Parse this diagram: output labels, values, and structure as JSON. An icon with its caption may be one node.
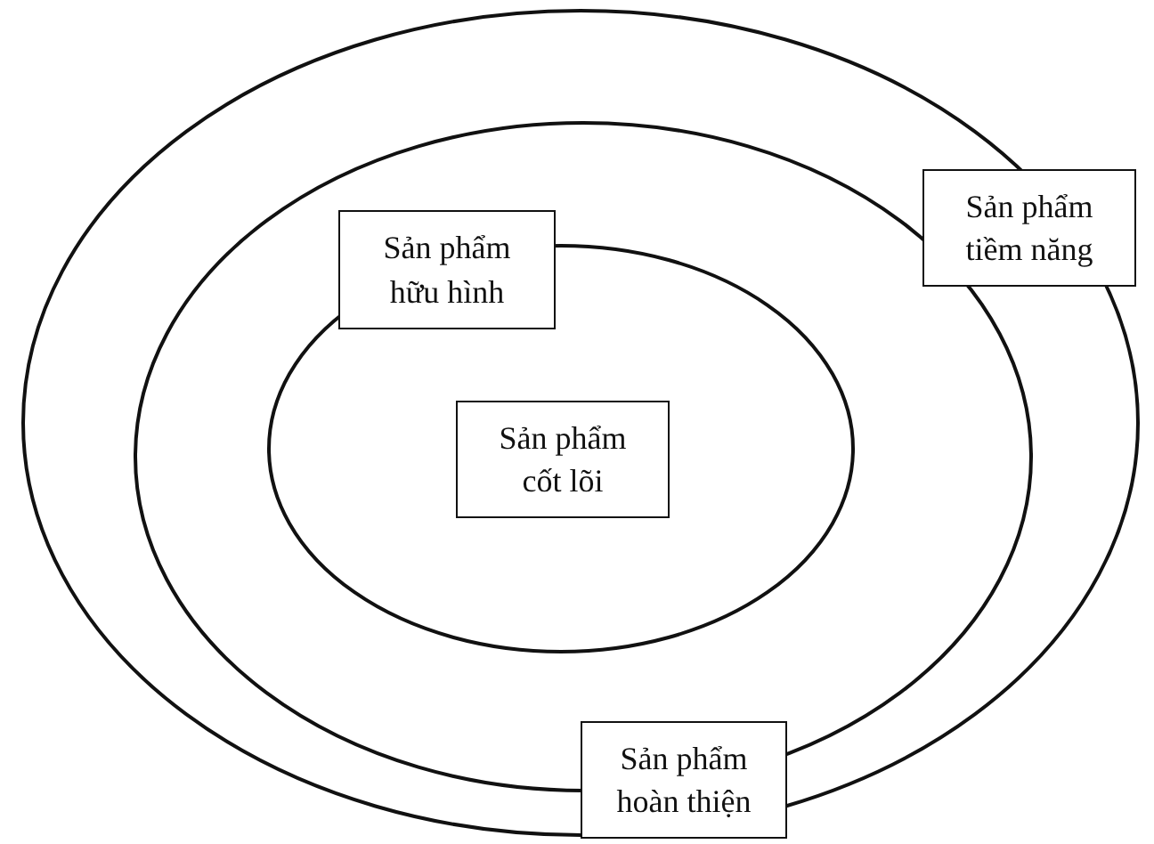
{
  "diagram": {
    "nodes": [
      {
        "text": [],
        "shape": "ellipse"
      },
      {
        "text": [],
        "shape": "ellipse",
        "in": 0
      },
      {
        "text": [],
        "shape": "ellipse",
        "in": 1
      },
      {
        "text": [
          "Sản phẩm tiềm năng"
        ],
        "in": 0
      },
      {
        "text": [
          "Sản phẩm hữu hình"
        ],
        "in": 1
      },
      {
        "text": [
          "Sản phẩm cốt lõi"
        ],
        "in": 2
      },
      {
        "text": [
          "Sản phẩm hoàn thiện"
        ],
        "in": 0
      }
    ]
  }
}
